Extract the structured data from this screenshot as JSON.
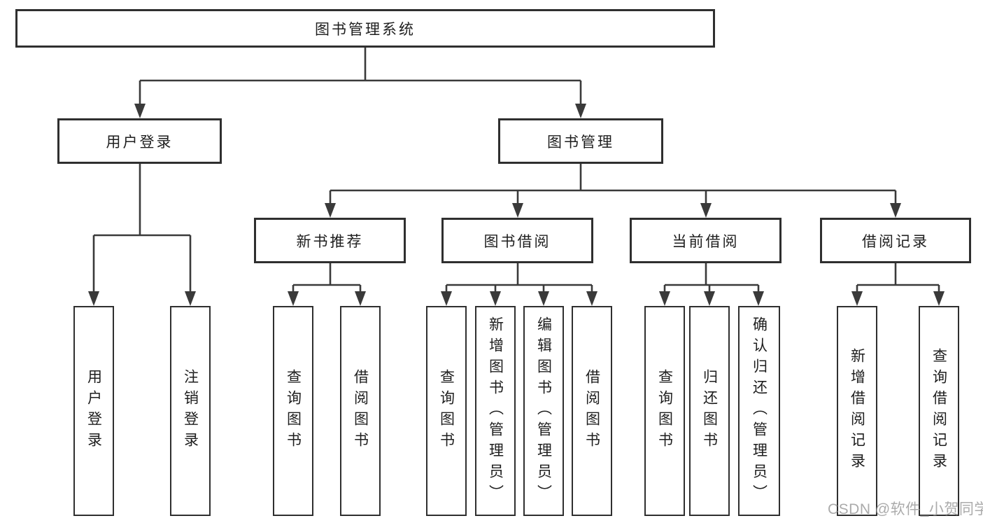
{
  "diagram": {
    "title": "图书管理系统",
    "branches": [
      {
        "label": "用户登录",
        "children": [
          "用户登录",
          "注销登录"
        ]
      },
      {
        "label": "图书管理",
        "sections": [
          {
            "label": "新书推荐",
            "children": [
              "查询图书",
              "借阅图书"
            ]
          },
          {
            "label": "图书借阅",
            "children": [
              "查询图书",
              "新增图书（管理员）",
              "编辑图书（管理员）",
              "借阅图书"
            ]
          },
          {
            "label": "当前借阅",
            "children": [
              "查询图书",
              "归还图书",
              "确认归还（管理员）"
            ]
          },
          {
            "label": "借阅记录",
            "children": [
              "新增借阅记录",
              "查询借阅记录"
            ]
          }
        ]
      }
    ]
  },
  "watermark": "CSDN @软件_小贺同学",
  "colors": {
    "line": "#3a3a3a",
    "border": "#2f2f2f",
    "text": "#1e1e1e",
    "watermark": "#ababab",
    "background": "#ffffff"
  }
}
